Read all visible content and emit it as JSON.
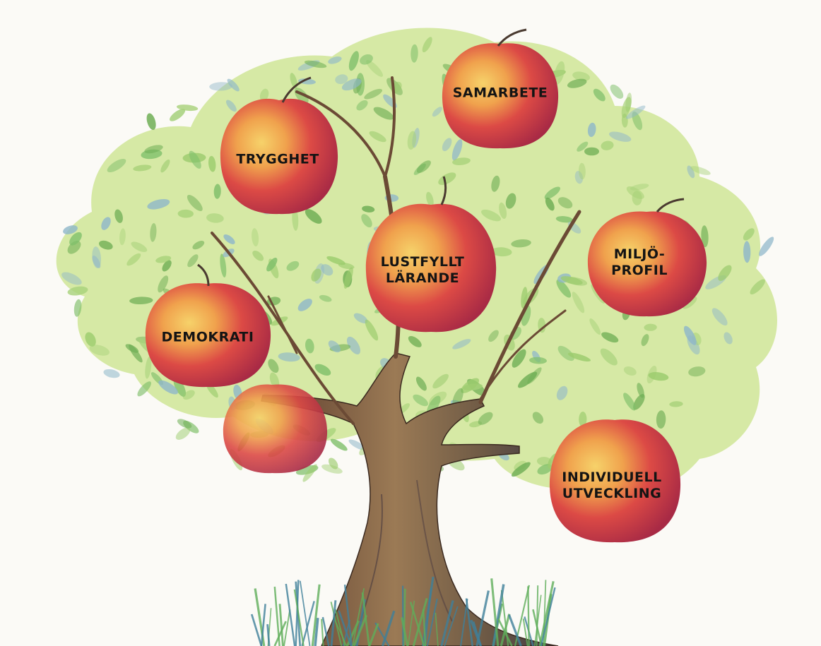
{
  "colors": {
    "background": "#fbfaf6",
    "foliage": "#c9e08a",
    "leaf_dark": "#6fae55",
    "leaf_light": "#a8d27a",
    "leaf_blue": "#8fb7c9",
    "trunk": "#6b4a35",
    "trunk_light": "#9b7a55",
    "apple_red": "#d8383f",
    "apple_yellow": "#f3c25a",
    "grass": "#5fae5a",
    "label": "#141414"
  },
  "apples": [
    {
      "id": "trygghet",
      "lines": [
        "TRYGGHET"
      ]
    },
    {
      "id": "samarbete",
      "lines": [
        "SAMARBETE"
      ]
    },
    {
      "id": "lustfyllt-larande",
      "lines": [
        "LUSTFYLLT",
        "LÄRANDE"
      ]
    },
    {
      "id": "miljoprofil",
      "lines": [
        "MILJÖ-",
        "PROFIL"
      ]
    },
    {
      "id": "demokrati",
      "lines": [
        "DEMOKRATI"
      ]
    },
    {
      "id": "individuell-utveckling",
      "lines": [
        "INDIVIDUELL",
        "UTVECKLING"
      ]
    }
  ]
}
